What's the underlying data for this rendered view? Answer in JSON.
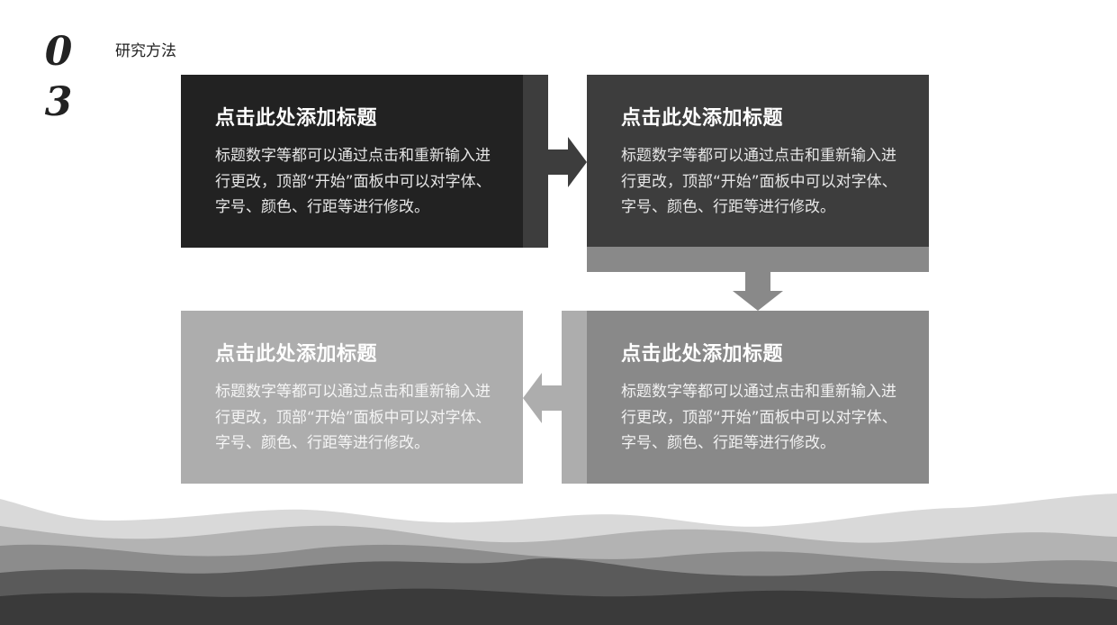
{
  "section": {
    "number_digits": [
      "0",
      "3"
    ],
    "title": "研究方法"
  },
  "steps": [
    {
      "title": "点击此处添加标题",
      "body": "标题数字等都可以通过点击和重新输入进行更改，顶部“开始”面板中可以对字体、字号、颜色、行距等进行修改。",
      "fill": "#222222"
    },
    {
      "title": "点击此处添加标题",
      "body": "标题数字等都可以通过点击和重新输入进行更改，顶部“开始”面板中可以对字体、字号、颜色、行距等进行修改。",
      "fill": "#3d3d3d"
    },
    {
      "title": "点击此处添加标题",
      "body": "标题数字等都可以通过点击和重新输入进行更改，顶部“开始”面板中可以对字体、字号、颜色、行距等进行修改。",
      "fill": "#898989"
    },
    {
      "title": "点击此处添加标题",
      "body": "标题数字等都可以通过点击和重新输入进行更改，顶部“开始”面板中可以对字体、字号、颜色、行距等进行修改。",
      "fill": "#adadad"
    }
  ],
  "colors": {
    "text_light": "#ffffff",
    "accent_dark": "#3d3d3d",
    "accent_mid": "#898989",
    "accent_light": "#adadad"
  }
}
